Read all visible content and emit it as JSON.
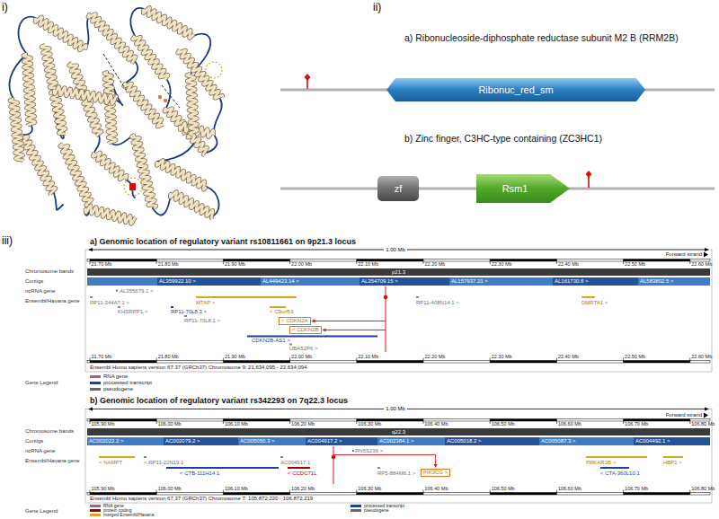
{
  "diagram": {
    "nodes": [
      {
        "text": [
          "Ribonuc_red_sm"
        ]
      },
      {
        "text": [
          "zf"
        ]
      },
      {
        "text": [
          "Rsm1"
        ]
      },
      {
        "text": [
          "p21.3"
        ]
      },
      {
        "text": [
          "AL359922.10 >"
        ]
      },
      {
        "text": [
          "AL449423.14 >"
        ]
      },
      {
        "text": [
          "AL354709.15 >"
        ]
      },
      {
        "text": [
          "AL157937.21 >"
        ]
      },
      {
        "text": [
          "AL161730.8 >"
        ]
      },
      {
        "text": [
          "AL583802.5 >"
        ]
      },
      {
        "text": [
          "< CDKN2A"
        ]
      },
      {
        "text": [
          "< CDKN2B"
        ]
      },
      {
        "text": [
          "q22.3"
        ]
      },
      {
        "text": [
          "AC002022.2 >"
        ]
      },
      {
        "text": [
          "AC002079.2 >"
        ]
      },
      {
        "text": [
          "AC005050.3 >"
        ]
      },
      {
        "text": [
          "AC004917.2 >"
        ]
      },
      {
        "text": [
          "AC002384.1 >"
        ]
      },
      {
        "text": [
          "AC005018.2 >"
        ]
      },
      {
        "text": [
          "AC005087.3 >"
        ]
      },
      {
        "text": [
          "AC004492.1 >"
        ]
      },
      {
        "text": [
          "PIK3CG >"
        ]
      }
    ],
    "labels": [
      "i)",
      "ii)",
      "a) Ribonucleoside-diphosphate reductase subunit M2 B (RRM2B)",
      "b) Zinc finger, C3HC-type containing (ZC3HC1)",
      "iii)",
      "a) Genomic location of regulatory variant rs10811661 on 9p21.3 locus",
      "1.00 Mb",
      "Forward strand",
      "21.70 Mb",
      "21.80 Mb",
      "21.90 Mb",
      "22.00 Mb",
      "22.10 Mb",
      "22.20 Mb",
      "22.30 Mb",
      "22.40 Mb",
      "22.50 Mb",
      "22.60 Mb",
      "Chromosome bands",
      "Contigs",
      "ncRNA gene",
      "Ensembl/Havana gene",
      "AL355679.1 >",
      "RP11-344A7.1 >",
      "MTAP >",
      "RP11-408N14.1 >",
      "DMRTA1 >",
      "KHSRPP1 >",
      "RP11-70L8.3 >",
      "< C9orf53",
      "RP11-70L8.1 >",
      "CDKN2B-AS1 >",
      "UBA52P6 >",
      "21.70 Mb",
      "21.80 Mb",
      "21.90 Mb",
      "22.00 Mb",
      "22.10 Mb",
      "22.20 Mb",
      "22.30 Mb",
      "22.40 Mb",
      "22.50 Mb",
      "22.60 Mb",
      "Ensembl Homo sapiens version 67.37 (GRCh37) Chromosome 9: 21,634,095 - 22,634,094",
      "Gene Legend",
      "b) Genomic location of regulatory variant rs342293 on 7q22.3 locus",
      "1.00 Mb",
      "Forward strand",
      "105.90 Mb",
      "106.00 Mb",
      "106.10 Mb",
      "106.20 Mb",
      "106.30 Mb",
      "106.40 Mb",
      "106.50 Mb",
      "106.60 Mb",
      "106.70 Mb",
      "106.80 Mb",
      "Chromosome bands",
      "Contigs",
      "ncRNA gene",
      "Ensembl/Havana gene",
      "RN5S236 >",
      "< NAMPT",
      "< RP11-22N19.1",
      "AC004917.1",
      "PRKAR2B >",
      "HBP1 >",
      "< CTB-111H14.1",
      "< CCDC71L",
      "RP5-884M6.1 >",
      "< CTA-360L10.1",
      "105.90 Mb",
      "106.00 Mb",
      "106.10 Mb",
      "106.20 Mb",
      "106.30 Mb",
      "106.40 Mb",
      "106.50 Mb",
      "106.60 Mb",
      "106.70 Mb",
      "106.80 Mb",
      "Ensembl Homo sapiens version 67.37 (GRCh37) Chromosome 7: 105,872,220 - 106,872,219",
      "Gene Legend"
    ],
    "legend": [
      {
        "text": "RNA gene",
        "color": "#8b6c8b"
      },
      {
        "text": "processed transcript",
        "color": "#1f3f99"
      },
      {
        "text": "pseudogene",
        "color": "#666666"
      },
      {
        "text": "RNA gene",
        "color": "#8b6c8b"
      },
      {
        "text": "protein coding",
        "color": "#a00000"
      },
      {
        "text": "merged Ensembl/Havana",
        "color": "#daa520"
      },
      {
        "text": "processed transcript",
        "color": "#1f3f99"
      },
      {
        "text": "pseudogene",
        "color": "#666666"
      }
    ]
  }
}
